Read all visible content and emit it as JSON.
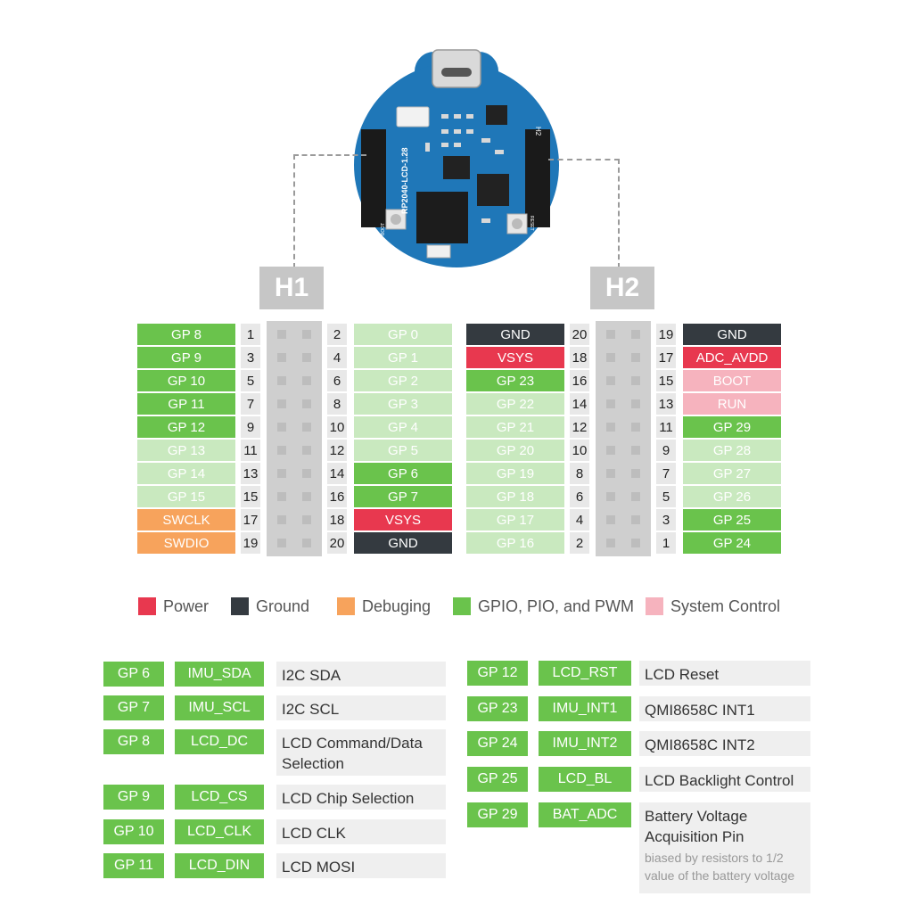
{
  "colors": {
    "power": "#e8384f",
    "ground": "#343a40",
    "debug": "#f7a35c",
    "gpio": "#6ac34c",
    "gpio_light": "#c9e9bf",
    "system": "#f6b3be",
    "board": "#1f77b8"
  },
  "board": {
    "silk_text": "RP2040-LCD-1.28",
    "h1_mark": "H1",
    "h2_mark": "H2",
    "boot_mark": "BOOT",
    "reset_mark": "RESET"
  },
  "headers": {
    "h1": "H1",
    "h2": "H2"
  },
  "h1_rows": [
    {
      "left": "GP 8",
      "lt": "gpio",
      "ln": "1",
      "rn": "2",
      "right": "GP 0",
      "rt": "gpio_light"
    },
    {
      "left": "GP 9",
      "lt": "gpio",
      "ln": "3",
      "rn": "4",
      "right": "GP 1",
      "rt": "gpio_light"
    },
    {
      "left": "GP 10",
      "lt": "gpio",
      "ln": "5",
      "rn": "6",
      "right": "GP 2",
      "rt": "gpio_light"
    },
    {
      "left": "GP 11",
      "lt": "gpio",
      "ln": "7",
      "rn": "8",
      "right": "GP 3",
      "rt": "gpio_light"
    },
    {
      "left": "GP 12",
      "lt": "gpio",
      "ln": "9",
      "rn": "10",
      "right": "GP 4",
      "rt": "gpio_light"
    },
    {
      "left": "GP 13",
      "lt": "gpio_light",
      "ln": "11",
      "rn": "12",
      "right": "GP 5",
      "rt": "gpio_light"
    },
    {
      "left": "GP 14",
      "lt": "gpio_light",
      "ln": "13",
      "rn": "14",
      "right": "GP 6",
      "rt": "gpio"
    },
    {
      "left": "GP 15",
      "lt": "gpio_light",
      "ln": "15",
      "rn": "16",
      "right": "GP 7",
      "rt": "gpio"
    },
    {
      "left": "SWCLK",
      "lt": "debug",
      "ln": "17",
      "rn": "18",
      "right": "VSYS",
      "rt": "power"
    },
    {
      "left": "SWDIO",
      "lt": "debug",
      "ln": "19",
      "rn": "20",
      "right": "GND",
      "rt": "ground"
    }
  ],
  "h2_rows": [
    {
      "left": "GND",
      "lt": "ground",
      "ln": "20",
      "rn": "19",
      "right": "GND",
      "rt": "ground"
    },
    {
      "left": "VSYS",
      "lt": "power",
      "ln": "18",
      "rn": "17",
      "right": "ADC_AVDD",
      "rt": "power"
    },
    {
      "left": "GP 23",
      "lt": "gpio",
      "ln": "16",
      "rn": "15",
      "right": "BOOT",
      "rt": "system"
    },
    {
      "left": "GP 22",
      "lt": "gpio_light",
      "ln": "14",
      "rn": "13",
      "right": "RUN",
      "rt": "system"
    },
    {
      "left": "GP 21",
      "lt": "gpio_light",
      "ln": "12",
      "rn": "11",
      "right": "GP 29",
      "rt": "gpio"
    },
    {
      "left": "GP 20",
      "lt": "gpio_light",
      "ln": "10",
      "rn": "9",
      "right": "GP 28",
      "rt": "gpio_light"
    },
    {
      "left": "GP 19",
      "lt": "gpio_light",
      "ln": "8",
      "rn": "7",
      "right": "GP 27",
      "rt": "gpio_light"
    },
    {
      "left": "GP 18",
      "lt": "gpio_light",
      "ln": "6",
      "rn": "5",
      "right": "GP 26",
      "rt": "gpio_light"
    },
    {
      "left": "GP 17",
      "lt": "gpio_light",
      "ln": "4",
      "rn": "3",
      "right": "GP 25",
      "rt": "gpio"
    },
    {
      "left": "GP 16",
      "lt": "gpio_light",
      "ln": "2",
      "rn": "1",
      "right": "GP 24",
      "rt": "gpio"
    }
  ],
  "legend": [
    {
      "label": "Power",
      "type": "power"
    },
    {
      "label": "Ground",
      "type": "ground"
    },
    {
      "label": "Debuging",
      "type": "debug"
    },
    {
      "label": "GPIO, PIO, and PWM",
      "type": "gpio"
    },
    {
      "label": "System Control",
      "type": "system"
    }
  ],
  "functions_left": [
    {
      "gp": "GP 6",
      "sig": "IMU_SDA",
      "desc": "I2C SDA"
    },
    {
      "gp": "GP 7",
      "sig": "IMU_SCL",
      "desc": "I2C SCL"
    },
    {
      "gp": "GP 8",
      "sig": "LCD_DC",
      "desc": "LCD Command/Data Selection"
    },
    {
      "gp": "GP 9",
      "sig": "LCD_CS",
      "desc": "LCD Chip Selection"
    },
    {
      "gp": "GP 10",
      "sig": "LCD_CLK",
      "desc": "LCD CLK"
    },
    {
      "gp": "GP 11",
      "sig": "LCD_DIN",
      "desc": "LCD MOSI"
    }
  ],
  "functions_right": [
    {
      "gp": "GP 12",
      "sig": "LCD_RST",
      "desc": "LCD Reset"
    },
    {
      "gp": "GP 23",
      "sig": "IMU_INT1",
      "desc": "QMI8658C INT1"
    },
    {
      "gp": "GP 24",
      "sig": "IMU_INT2",
      "desc": "QMI8658C INT2"
    },
    {
      "gp": "GP 25",
      "sig": "LCD_BL",
      "desc": "LCD Backlight Control"
    },
    {
      "gp": "GP 29",
      "sig": "BAT_ADC",
      "desc": "Battery Voltage Acquisition Pin",
      "note": "biased by resistors to 1/2 value of the battery voltage"
    }
  ]
}
